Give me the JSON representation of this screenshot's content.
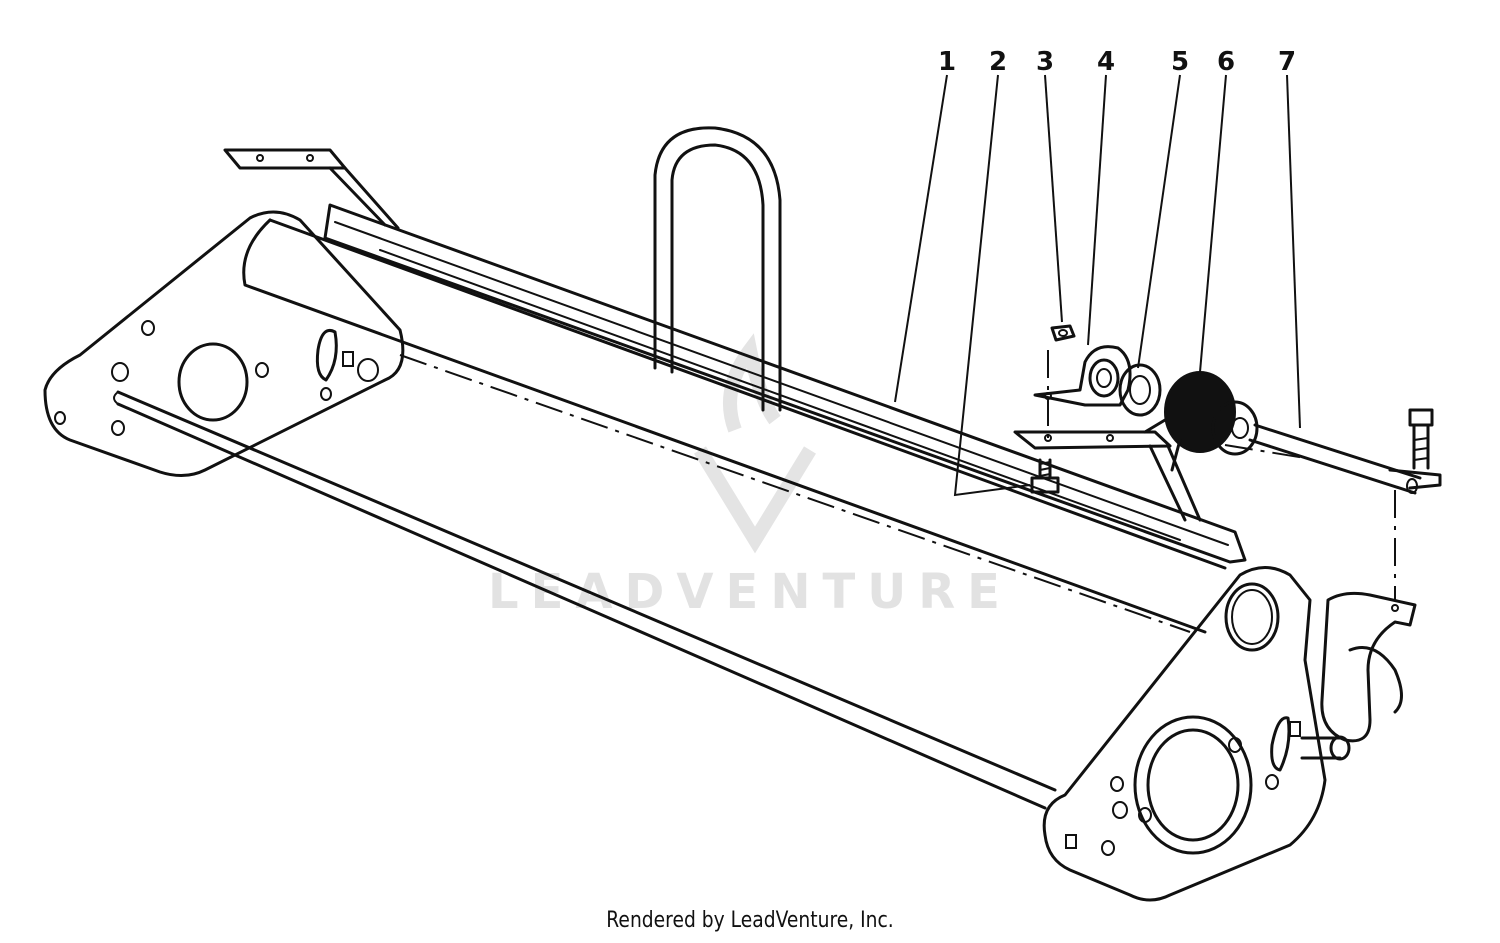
{
  "callouts": [
    {
      "label": "1",
      "part": "bar"
    },
    {
      "label": "2",
      "part": "bolt"
    },
    {
      "label": "3",
      "part": "nut"
    },
    {
      "label": "4",
      "part": "bearing-bracket"
    },
    {
      "label": "5",
      "part": "washer"
    },
    {
      "label": "6",
      "part": "spring"
    },
    {
      "label": "7",
      "part": "shaft"
    }
  ],
  "watermark": "LEADVENTURE",
  "footer": "Rendered by LeadVenture, Inc."
}
